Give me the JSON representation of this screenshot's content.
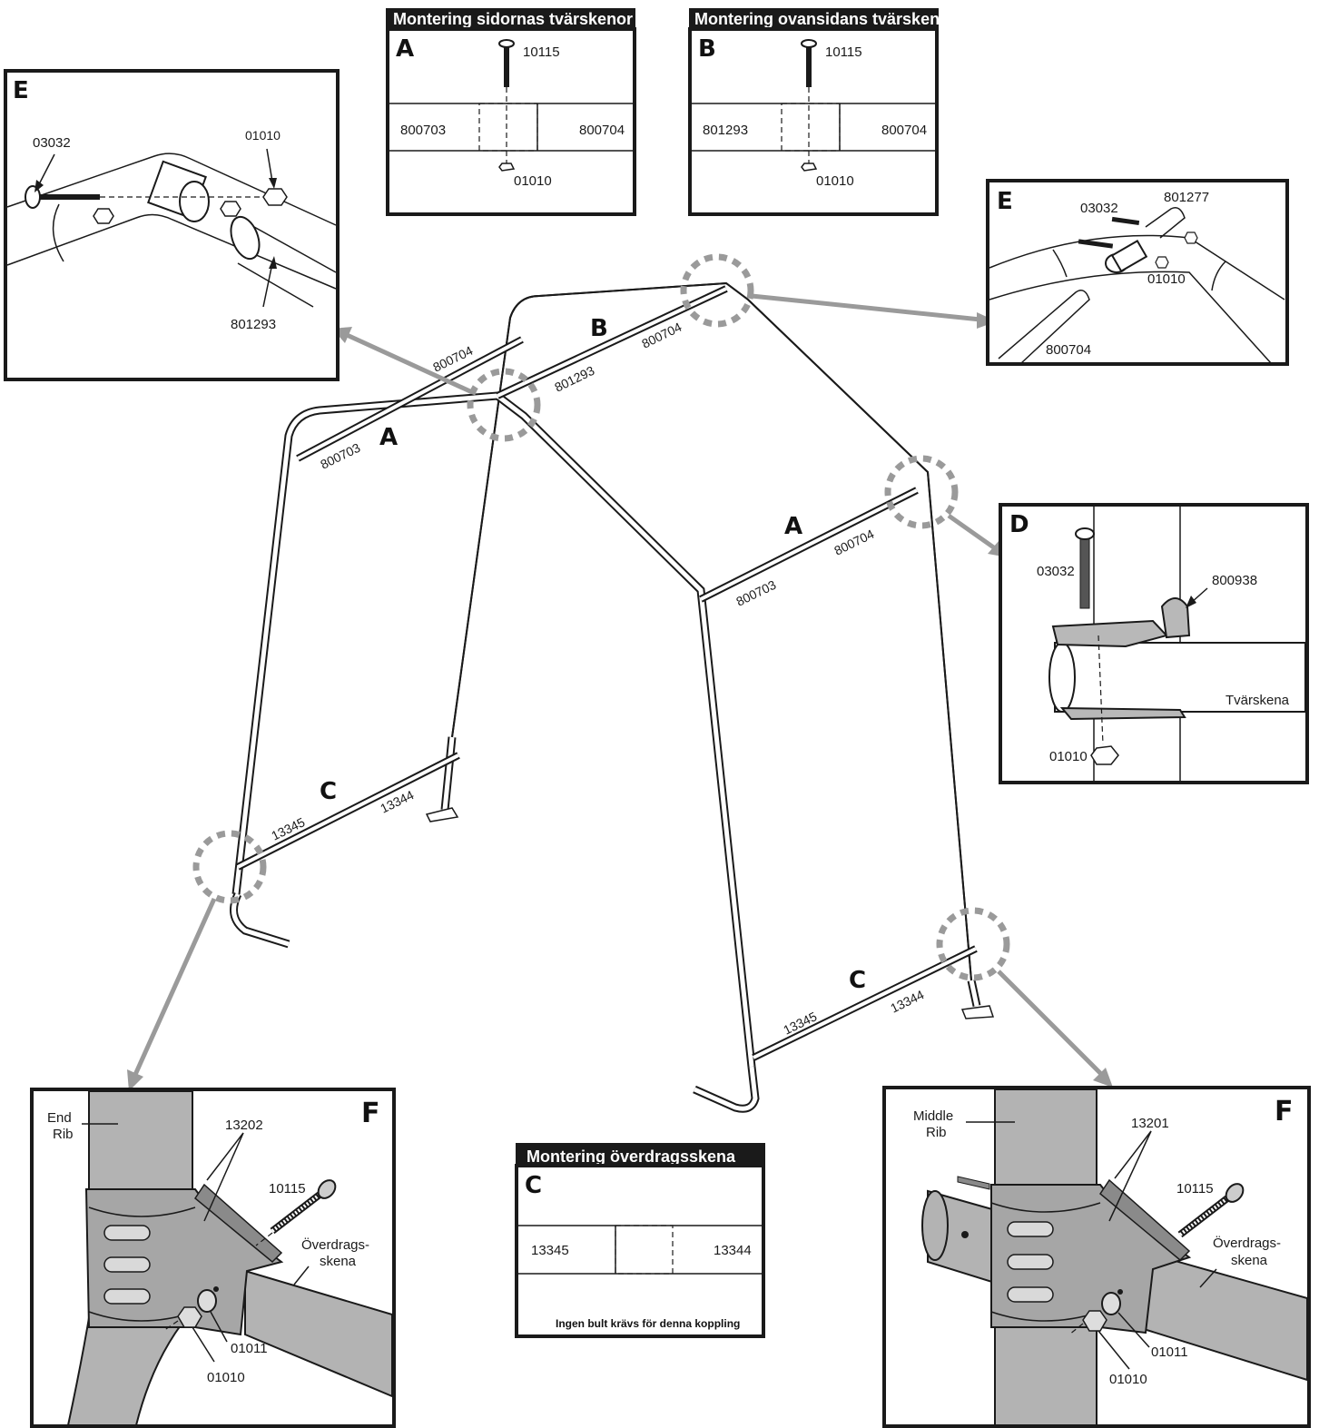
{
  "boxes": {
    "top_a": {
      "header": "Montering sidornas tvärskenor",
      "letter": "A",
      "bolt": "10115",
      "left_part": "800703",
      "right_part": "800704",
      "nut": "01010"
    },
    "top_b": {
      "header": "Montering ovansidans tvärskena",
      "letter": "B",
      "bolt": "10115",
      "left_part": "801293",
      "right_part": "800704",
      "nut": "01010"
    },
    "e_left": {
      "letter": "E",
      "bolt": "03032",
      "nut": "01010",
      "tube": "801293"
    },
    "e_right": {
      "letter": "E",
      "bolt": "03032",
      "tube_top": "801277",
      "nut": "01010",
      "tube_bottom": "800704"
    },
    "d": {
      "letter": "D",
      "bolt": "03032",
      "bracket": "800938",
      "rail": "Tvärskena",
      "nut": "01010"
    },
    "f_left": {
      "letter": "F",
      "rib_line1": "End",
      "rib_line2": "Rib",
      "clamp": "13202",
      "bolt": "10115",
      "rail_line1": "Överdrags-",
      "rail_line2": "skena",
      "washer": "01011",
      "nut": "01010"
    },
    "f_right": {
      "letter": "F",
      "rib_line1": "Middle",
      "rib_line2": "Rib",
      "clamp": "13201",
      "bolt": "10115",
      "rail_line1": "Överdrags-",
      "rail_line2": "skena",
      "washer": "01011",
      "nut": "01010"
    },
    "c": {
      "header": "Montering överdragsskena",
      "letter": "C",
      "left_part": "13345",
      "right_part": "13344",
      "note": "Ingen bult krävs för denna koppling"
    }
  },
  "frame_labels": {
    "a_left_letter": "A",
    "a_left_part1": "800703",
    "a_left_part2": "800704",
    "b_letter": "B",
    "b_part1": "801293",
    "b_part2": "800704",
    "a_right_letter": "A",
    "a_right_part1": "800703",
    "a_right_part2": "800704",
    "c_left_letter": "C",
    "c_left_part1": "13345",
    "c_left_part2": "13344",
    "c_right_letter": "C",
    "c_right_part1": "13345",
    "c_right_part2": "13344"
  }
}
